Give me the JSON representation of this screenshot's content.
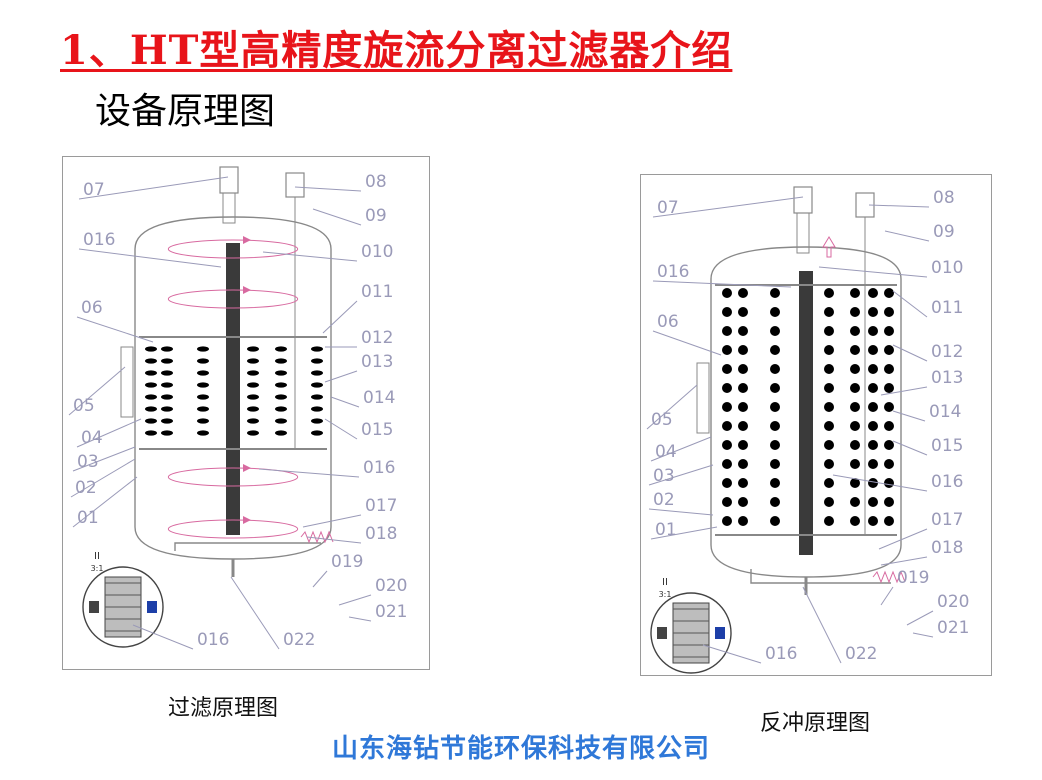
{
  "title": "1、HT型高精度旋流分离过滤器介绍",
  "subtitle": "设备原理图",
  "company": "山东海钻节能环保科技有限公司",
  "colors": {
    "title": "#e8141a",
    "company": "#2f78d8",
    "label": "#9a9ab8",
    "flow_arrow": "#d86aa0",
    "outline": "#888888",
    "media_dot": "#000000"
  },
  "diagrams": [
    {
      "caption": "过滤原理图",
      "detail_label": "II",
      "detail_scale": "3:1",
      "labels": [
        "07",
        "08",
        "09",
        "016",
        "010",
        "06",
        "011",
        "012",
        "013",
        "05",
        "014",
        "04",
        "015",
        "03",
        "02",
        "016",
        "01",
        "017",
        "018",
        "019",
        "020",
        "021",
        "016",
        "022"
      ]
    },
    {
      "caption": "反冲原理图",
      "detail_label": "II",
      "detail_scale": "3:1",
      "labels": [
        "07",
        "08",
        "09",
        "010",
        "016",
        "011",
        "06",
        "012",
        "013",
        "05",
        "014",
        "04",
        "015",
        "03",
        "016",
        "02",
        "01",
        "017",
        "018",
        "019",
        "020",
        "021",
        "016",
        "022"
      ]
    }
  ]
}
